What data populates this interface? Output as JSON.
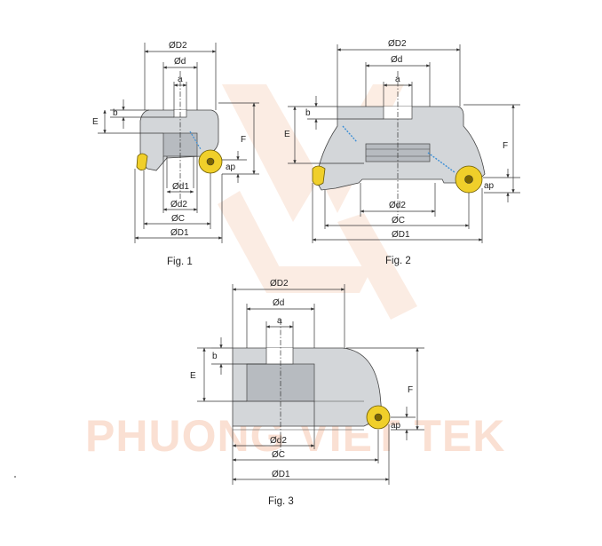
{
  "watermark": {
    "text": "PHUONG VIET TEK"
  },
  "labels": {
    "D2": "ØD2",
    "d": "Ød",
    "a": "a",
    "b": "b",
    "E": "E",
    "F": "F",
    "ap": "ap",
    "d1": "Ød1",
    "d2": "Ød2",
    "C": "ØC",
    "D1": "ØD1"
  },
  "figures": [
    {
      "caption": "Fig. 1"
    },
    {
      "caption": "Fig. 2"
    },
    {
      "caption": "Fig. 3"
    }
  ],
  "colors": {
    "body": "#d3d6d9",
    "insert": "#f0cf2a",
    "coolant": "#3d8fd6",
    "watermark": "#f6c7b0"
  }
}
